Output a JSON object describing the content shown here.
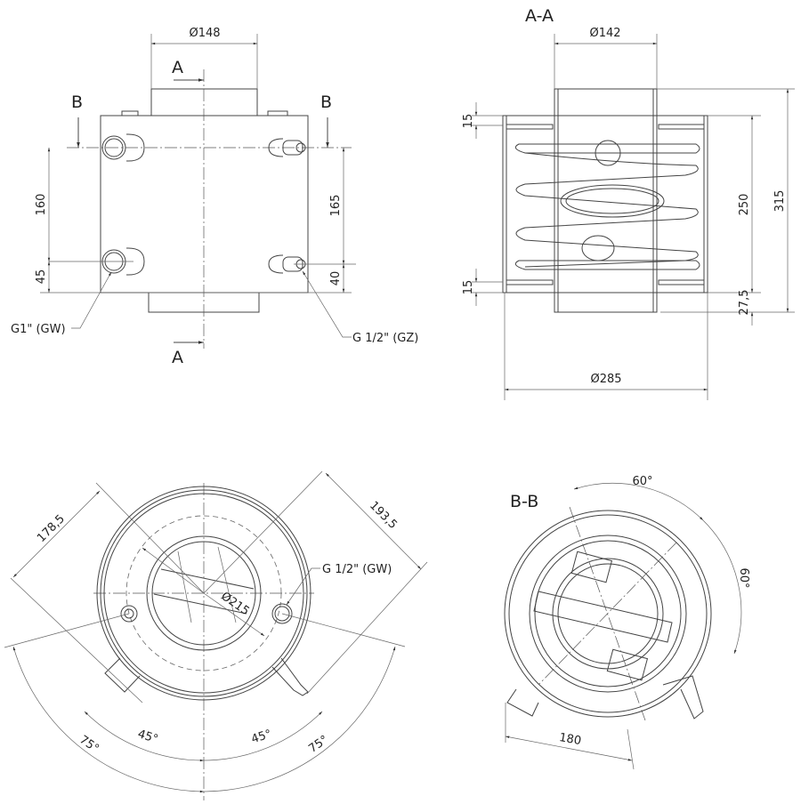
{
  "front_view": {
    "dia_top": "Ø148",
    "section_a": "A",
    "section_b": "B",
    "dim_160": "160",
    "dim_45": "45",
    "dim_165": "165",
    "dim_40": "40",
    "port_left": "G1\" (GW)",
    "port_right": "G 1/2\" (GZ)"
  },
  "section_aa": {
    "title": "A-A",
    "dia_inner": "Ø142",
    "dia_outer": "Ø285",
    "dim_15_top": "15",
    "dim_15_bottom": "15",
    "dim_250": "250",
    "dim_315": "315",
    "dim_27_5": "27,5"
  },
  "top_view": {
    "dim_178_5": "178,5",
    "dim_193_5": "193,5",
    "dia_215": "Ø215",
    "port_label": "G 1/2\" (GW)",
    "angle_45_left": "45°",
    "angle_45_right": "45°",
    "angle_75_left": "75°",
    "angle_75_right": "75°"
  },
  "section_bb": {
    "title": "B-B",
    "angle_60_top": "60°",
    "angle_60_right": "60°",
    "dim_180": "180"
  }
}
